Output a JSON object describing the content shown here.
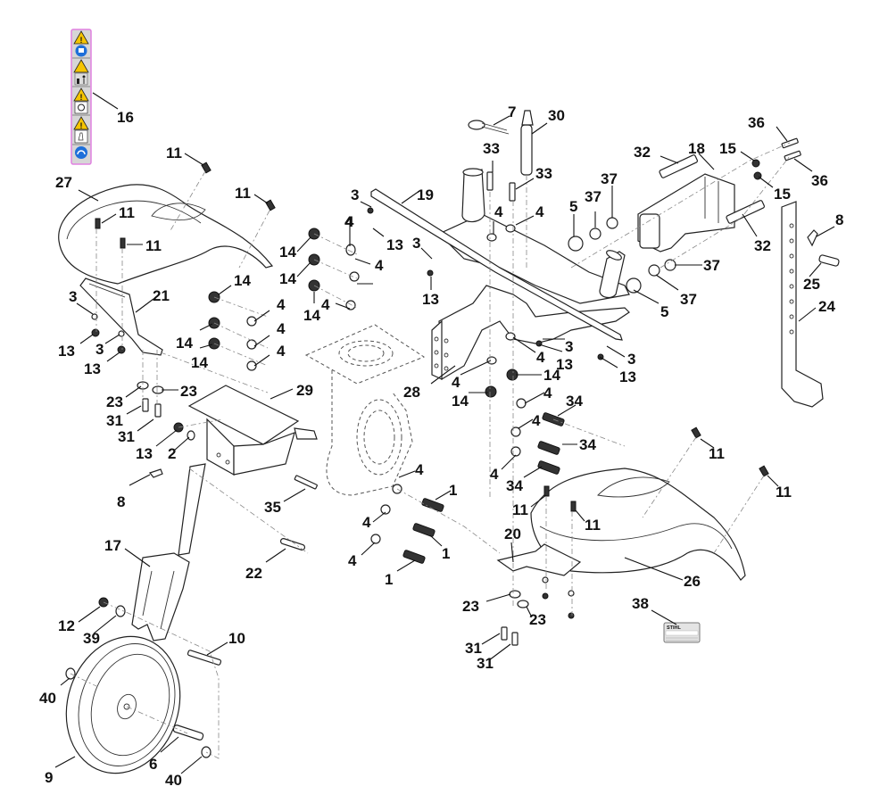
{
  "diagram": {
    "title": "Exploded parts diagram - tiller frame, fenders, depth stake and transport wheel",
    "warning_label_strip": {
      "part": "16",
      "icons": [
        "warning-triangle-icon",
        "read-manual-icon",
        "warning-triangle-icon",
        "bystander-distance-icon",
        "warning-triangle-icon",
        "rotating-tines-icon",
        "warning-triangle-icon",
        "foot-hazard-icon",
        "hearing-protection-icon"
      ],
      "border_color": "#e080e0",
      "warning_color": "#f5c400",
      "mandatory_color": "#1e6fd9"
    },
    "rating_plate": {
      "part": "38",
      "brand_text": "STIHL"
    },
    "callouts": [
      {
        "id": "c16",
        "text": "16"
      },
      {
        "id": "c11a",
        "text": "11"
      },
      {
        "id": "c11b",
        "text": "11"
      },
      {
        "id": "c11c",
        "text": "11"
      },
      {
        "id": "c11d",
        "text": "11"
      },
      {
        "id": "c27",
        "text": "27"
      },
      {
        "id": "c21",
        "text": "21"
      },
      {
        "id": "c3a",
        "text": "3"
      },
      {
        "id": "c13a",
        "text": "13"
      },
      {
        "id": "c3b",
        "text": "3"
      },
      {
        "id": "c13b",
        "text": "13"
      },
      {
        "id": "c23a",
        "text": "23"
      },
      {
        "id": "c23b",
        "text": "23"
      },
      {
        "id": "c31a",
        "text": "31"
      },
      {
        "id": "c31b",
        "text": "31"
      },
      {
        "id": "c13c",
        "text": "13"
      },
      {
        "id": "c2",
        "text": "2"
      },
      {
        "id": "c29",
        "text": "29"
      },
      {
        "id": "c14a",
        "text": "14"
      },
      {
        "id": "c14b",
        "text": "14"
      },
      {
        "id": "c14c",
        "text": "14"
      },
      {
        "id": "c14d",
        "text": "14"
      },
      {
        "id": "c14e",
        "text": "14"
      },
      {
        "id": "c14f",
        "text": "14"
      },
      {
        "id": "c4a",
        "text": "4"
      },
      {
        "id": "c4b",
        "text": "4"
      },
      {
        "id": "c4c",
        "text": "4"
      },
      {
        "id": "c4d",
        "text": "4"
      },
      {
        "id": "c4e",
        "text": "4"
      },
      {
        "id": "c4f",
        "text": "4"
      },
      {
        "id": "c8a",
        "text": "8"
      },
      {
        "id": "c35",
        "text": "35"
      },
      {
        "id": "c22",
        "text": "22"
      },
      {
        "id": "c17",
        "text": "17"
      },
      {
        "id": "c12",
        "text": "12"
      },
      {
        "id": "c39",
        "text": "39"
      },
      {
        "id": "c10",
        "text": "10"
      },
      {
        "id": "c40a",
        "text": "40"
      },
      {
        "id": "c40b",
        "text": "40"
      },
      {
        "id": "c9",
        "text": "9"
      },
      {
        "id": "c6",
        "text": "6"
      },
      {
        "id": "c3c",
        "text": "3"
      },
      {
        "id": "c19",
        "text": "19"
      },
      {
        "id": "c4g",
        "text": "4"
      },
      {
        "id": "c13d",
        "text": "13"
      },
      {
        "id": "c3d",
        "text": "3"
      },
      {
        "id": "c13e",
        "text": "13"
      },
      {
        "id": "c7",
        "text": "7"
      },
      {
        "id": "c30",
        "text": "30"
      },
      {
        "id": "c33a",
        "text": "33"
      },
      {
        "id": "c33b",
        "text": "33"
      },
      {
        "id": "c4h",
        "text": "4"
      },
      {
        "id": "c4i",
        "text": "4"
      },
      {
        "id": "c5a",
        "text": "5"
      },
      {
        "id": "c37a",
        "text": "37"
      },
      {
        "id": "c37b",
        "text": "37"
      },
      {
        "id": "c32a",
        "text": "32"
      },
      {
        "id": "c18",
        "text": "18"
      },
      {
        "id": "c15a",
        "text": "15"
      },
      {
        "id": "c36a",
        "text": "36"
      },
      {
        "id": "c36b",
        "text": "36"
      },
      {
        "id": "c15b",
        "text": "15"
      },
      {
        "id": "c32b",
        "text": "32"
      },
      {
        "id": "c8b",
        "text": "8"
      },
      {
        "id": "c25",
        "text": "25"
      },
      {
        "id": "c24",
        "text": "24"
      },
      {
        "id": "c37c",
        "text": "37"
      },
      {
        "id": "c37d",
        "text": "37"
      },
      {
        "id": "c5b",
        "text": "5"
      },
      {
        "id": "c3e",
        "text": "3"
      },
      {
        "id": "c13f",
        "text": "13"
      },
      {
        "id": "c3f",
        "text": "3"
      },
      {
        "id": "c13g",
        "text": "13"
      },
      {
        "id": "c28",
        "text": "28"
      },
      {
        "id": "c4j",
        "text": "4"
      },
      {
        "id": "c14g",
        "text": "14"
      },
      {
        "id": "c14h",
        "text": "14"
      },
      {
        "id": "c4k",
        "text": "4"
      },
      {
        "id": "c4l",
        "text": "4"
      },
      {
        "id": "c34a",
        "text": "34"
      },
      {
        "id": "c4m",
        "text": "4"
      },
      {
        "id": "c34b",
        "text": "34"
      },
      {
        "id": "c4n",
        "text": "4"
      },
      {
        "id": "c34c",
        "text": "34"
      },
      {
        "id": "c4o",
        "text": "4"
      },
      {
        "id": "c1a",
        "text": "1"
      },
      {
        "id": "c4p",
        "text": "4"
      },
      {
        "id": "c1b",
        "text": "1"
      },
      {
        "id": "c4q",
        "text": "4"
      },
      {
        "id": "c1c",
        "text": "1"
      },
      {
        "id": "c11e",
        "text": "11"
      },
      {
        "id": "c11f",
        "text": "11"
      },
      {
        "id": "c11g",
        "text": "11"
      },
      {
        "id": "c11h",
        "text": "11"
      },
      {
        "id": "c20",
        "text": "20"
      },
      {
        "id": "c26",
        "text": "26"
      },
      {
        "id": "c23c",
        "text": "23"
      },
      {
        "id": "c23d",
        "text": "23"
      },
      {
        "id": "c31c",
        "text": "31"
      },
      {
        "id": "c31d",
        "text": "31"
      },
      {
        "id": "c38",
        "text": "38"
      }
    ]
  }
}
